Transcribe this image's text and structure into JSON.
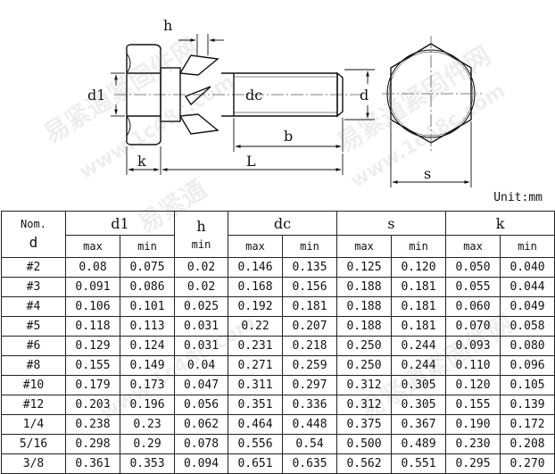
{
  "drawing": {
    "labels": {
      "h": "h",
      "d1": "d1",
      "dc": "dc",
      "d": "d",
      "b": "b",
      "k": "k",
      "L": "L",
      "s": "s"
    }
  },
  "unit_label": "Unit:mm",
  "watermarks": [
    "易紧通紧固件网",
    "www.1c48c.com",
    "易紧通",
    "www.1c48c.com"
  ],
  "table": {
    "header": {
      "nom_top": "Nom.",
      "nom_bottom": "d",
      "d1": "d1",
      "h": "h",
      "h_sub": "min",
      "dc": "dc",
      "s": "s",
      "k": "k",
      "max": "max",
      "min": "min"
    },
    "rows": [
      {
        "nom": "#2",
        "d1_max": "0.08",
        "d1_min": "0.075",
        "h_min": "0.02",
        "dc_max": "0.146",
        "dc_min": "0.135",
        "s_max": "0.125",
        "s_min": "0.120",
        "k_max": "0.050",
        "k_min": "0.040"
      },
      {
        "nom": "#3",
        "d1_max": "0.091",
        "d1_min": "0.086",
        "h_min": "0.02",
        "dc_max": "0.168",
        "dc_min": "0.156",
        "s_max": "0.188",
        "s_min": "0.181",
        "k_max": "0.055",
        "k_min": "0.044"
      },
      {
        "nom": "#4",
        "d1_max": "0.106",
        "d1_min": "0.101",
        "h_min": "0.025",
        "dc_max": "0.192",
        "dc_min": "0.181",
        "s_max": "0.188",
        "s_min": "0.181",
        "k_max": "0.060",
        "k_min": "0.049"
      },
      {
        "nom": "#5",
        "d1_max": "0.118",
        "d1_min": "0.113",
        "h_min": "0.031",
        "dc_max": "0.22",
        "dc_min": "0.207",
        "s_max": "0.188",
        "s_min": "0.181",
        "k_max": "0.070",
        "k_min": "0.058"
      },
      {
        "nom": "#6",
        "d1_max": "0.129",
        "d1_min": "0.124",
        "h_min": "0.031",
        "dc_max": "0.231",
        "dc_min": "0.218",
        "s_max": "0.250",
        "s_min": "0.244",
        "k_max": "0.093",
        "k_min": "0.080"
      },
      {
        "nom": "#8",
        "d1_max": "0.155",
        "d1_min": "0.149",
        "h_min": "0.04",
        "dc_max": "0.271",
        "dc_min": "0.259",
        "s_max": "0.250",
        "s_min": "0.244",
        "k_max": "0.110",
        "k_min": "0.096"
      },
      {
        "nom": "#10",
        "d1_max": "0.179",
        "d1_min": "0.173",
        "h_min": "0.047",
        "dc_max": "0.311",
        "dc_min": "0.297",
        "s_max": "0.312",
        "s_min": "0.305",
        "k_max": "0.120",
        "k_min": "0.105"
      },
      {
        "nom": "#12",
        "d1_max": "0.203",
        "d1_min": "0.196",
        "h_min": "0.056",
        "dc_max": "0.351",
        "dc_min": "0.336",
        "s_max": "0.312",
        "s_min": "0.305",
        "k_max": "0.155",
        "k_min": "0.139"
      },
      {
        "nom": "1/4",
        "d1_max": "0.238",
        "d1_min": "0.23",
        "h_min": "0.062",
        "dc_max": "0.464",
        "dc_min": "0.448",
        "s_max": "0.375",
        "s_min": "0.367",
        "k_max": "0.190",
        "k_min": "0.172"
      },
      {
        "nom": "5/16",
        "d1_max": "0.298",
        "d1_min": "0.29",
        "h_min": "0.078",
        "dc_max": "0.556",
        "dc_min": "0.54",
        "s_max": "0.500",
        "s_min": "0.489",
        "k_max": "0.230",
        "k_min": "0.208"
      },
      {
        "nom": "3/8",
        "d1_max": "0.361",
        "d1_min": "0.353",
        "h_min": "0.094",
        "dc_max": "0.651",
        "dc_min": "0.635",
        "s_max": "0.562",
        "s_min": "0.551",
        "k_max": "0.295",
        "k_min": "0.270"
      }
    ]
  }
}
